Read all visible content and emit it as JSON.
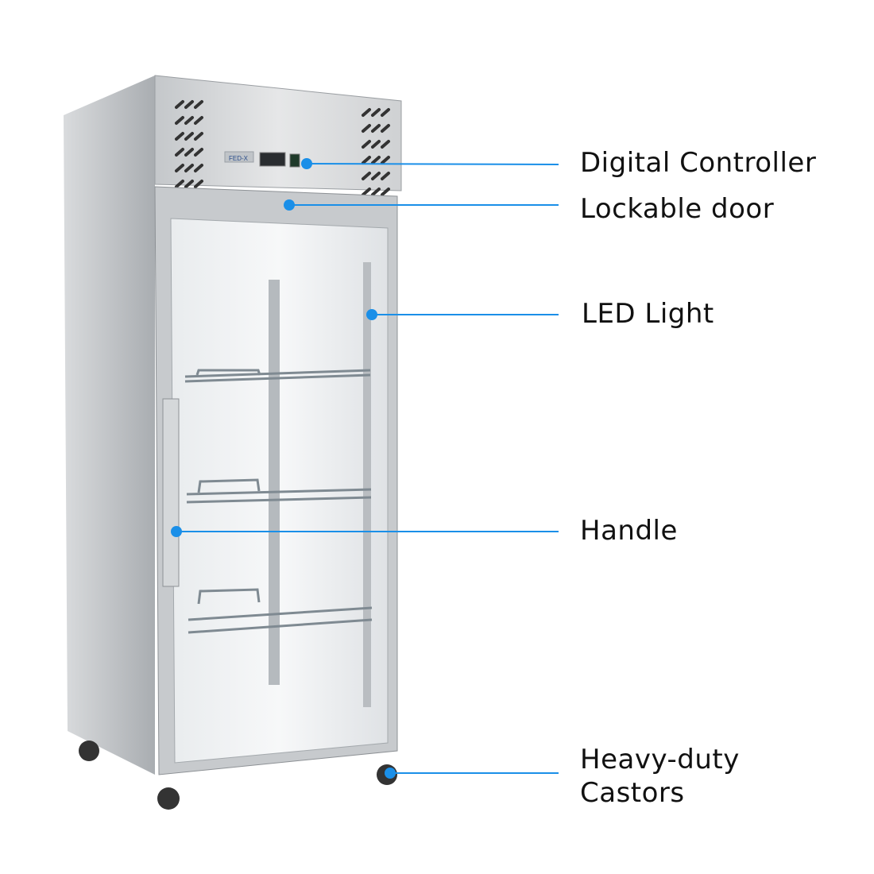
{
  "product": {
    "brand_logo": "FED-X"
  },
  "callouts": [
    {
      "label": "Digital Controller"
    },
    {
      "label": "Lockable door"
    },
    {
      "label": "LED Light"
    },
    {
      "label": "Handle"
    },
    {
      "label": "Heavy-duty",
      "label_line2": "Castors"
    }
  ],
  "colors": {
    "callout_blue": "#1a8fe8",
    "steel": "#c9cccf",
    "text": "#111111"
  }
}
